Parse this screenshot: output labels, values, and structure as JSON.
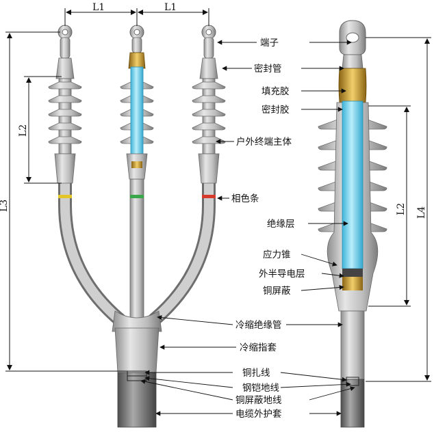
{
  "diagram": {
    "title": "Cold-shrink cable termination structure",
    "dimensions": {
      "L1_left": "L1",
      "L1_right": "L1",
      "L2_left": "L2",
      "L3": "L3",
      "L2_right": "L2",
      "L4": "L4"
    },
    "labels": {
      "terminal": "端子",
      "seal_tube": "密封管",
      "filler": "填充胶",
      "seal_glue": "密封胶",
      "outdoor_body": "户外终端主体",
      "phase_strip": "相色条",
      "insulation": "绝缘层",
      "stress_cone": "应力锥",
      "outer_semicon": "外半导电层",
      "copper_shield": "铜屏蔽",
      "cold_shrink_tube": "冷缩绝缘管",
      "cold_shrink_finger": "冷缩指套",
      "copper_binding": "铜扎线",
      "steel_armor_ground": "钢铠地线",
      "shield_ground": "铜屏蔽地线",
      "cable_jacket": "电缆外护套"
    },
    "colors": {
      "body_gray": "#c8c8c8",
      "insulation_blue": "#7fd3ec",
      "conductor_gold": "#d4a43a",
      "phase_yellow": "#e3c52a",
      "phase_green": "#3aa64a",
      "phase_red": "#d63a2a",
      "jacket": "#8a8a8a"
    }
  }
}
